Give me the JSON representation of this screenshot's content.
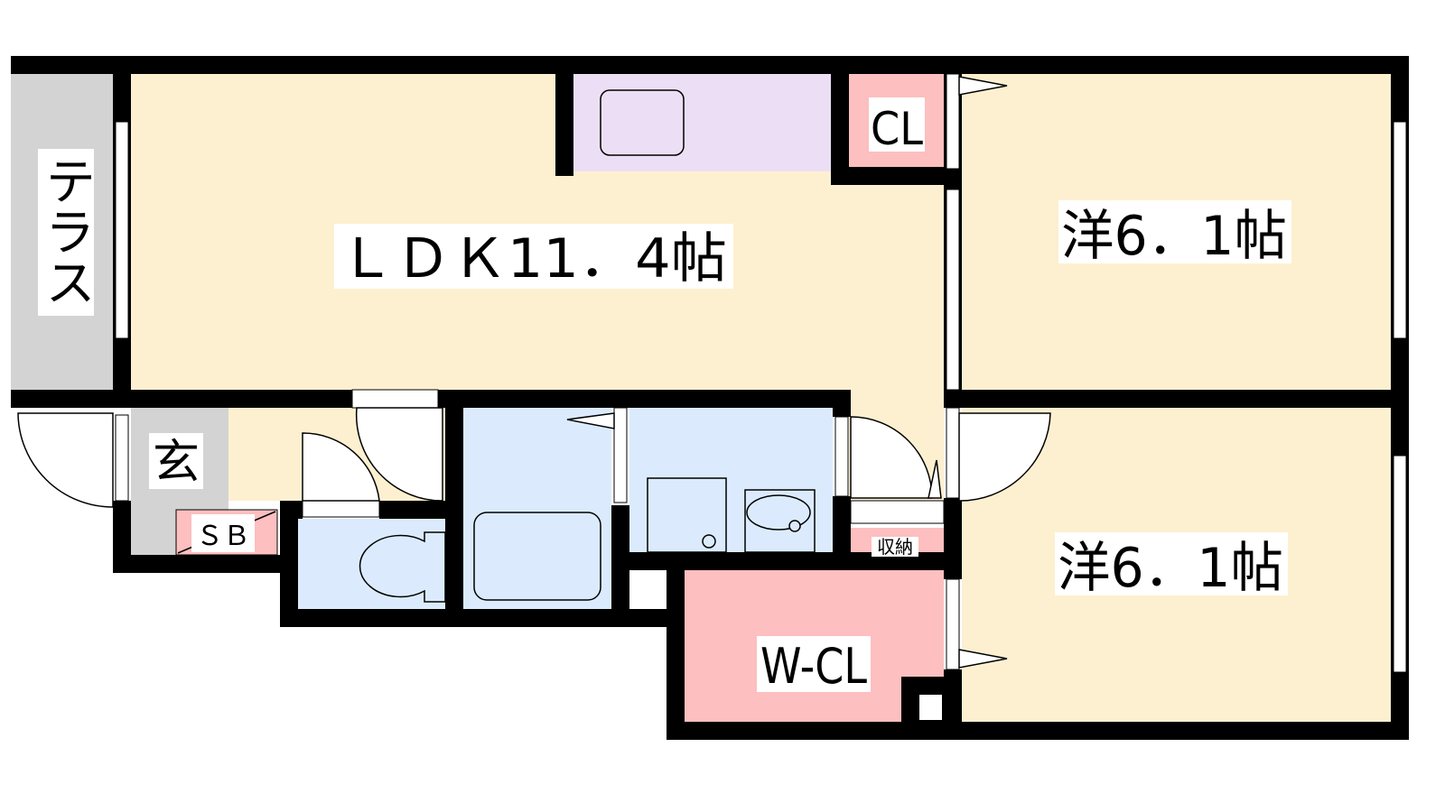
{
  "rooms": {
    "ldk": "ＬＤＫ11．4帖",
    "bedroom1": "洋6．1帖",
    "bedroom2": "洋6．1帖",
    "terrace": "テラス",
    "entrance": "玄",
    "shoe_box": "ＳＢ",
    "closet": "CL",
    "walk_in_closet": "W-CL",
    "storage": "収納"
  },
  "colors": {
    "living": "#fdf0d0",
    "terrace": "#d3d3d3",
    "kitchen": "#ecdff5",
    "closet": "#fdbfbf",
    "wet": "#dbebfd",
    "wall": "#000000"
  }
}
